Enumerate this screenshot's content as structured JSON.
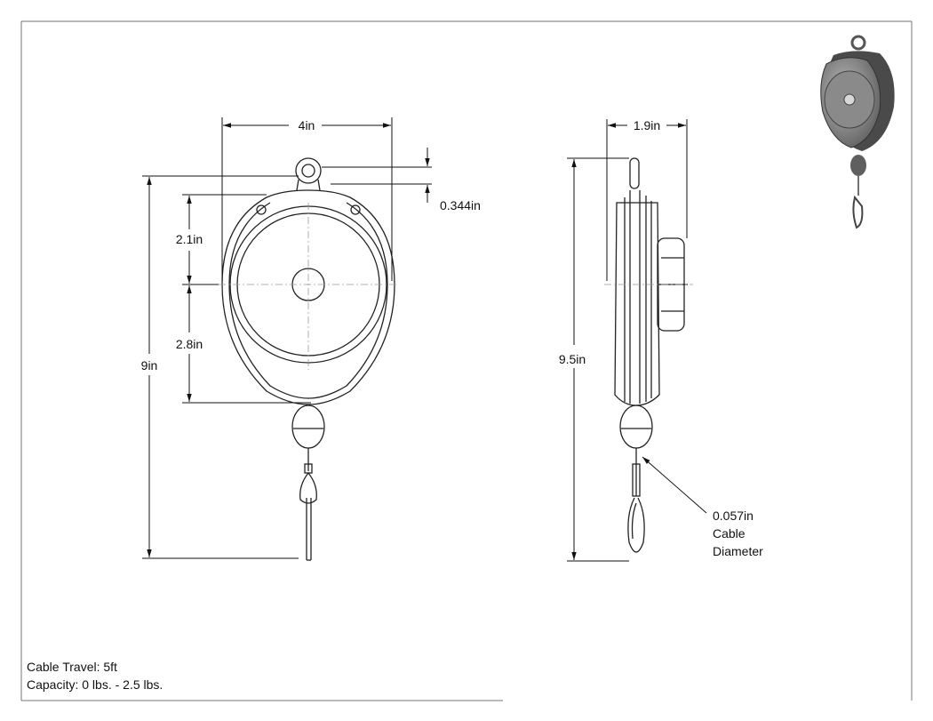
{
  "dimensions": {
    "front_width": "4in",
    "front_height": "9in",
    "eye_offset": "0.344in",
    "upper_section": "2.1in",
    "lower_section": "2.8in",
    "side_width": "1.9in",
    "side_height": "9.5in",
    "cable_label": [
      "0.057in",
      "Cable",
      "Diameter"
    ]
  },
  "notes": {
    "cable_travel": "Cable Travel: 5ft",
    "capacity": "Capacity: 0 lbs. - 2.5 lbs."
  }
}
